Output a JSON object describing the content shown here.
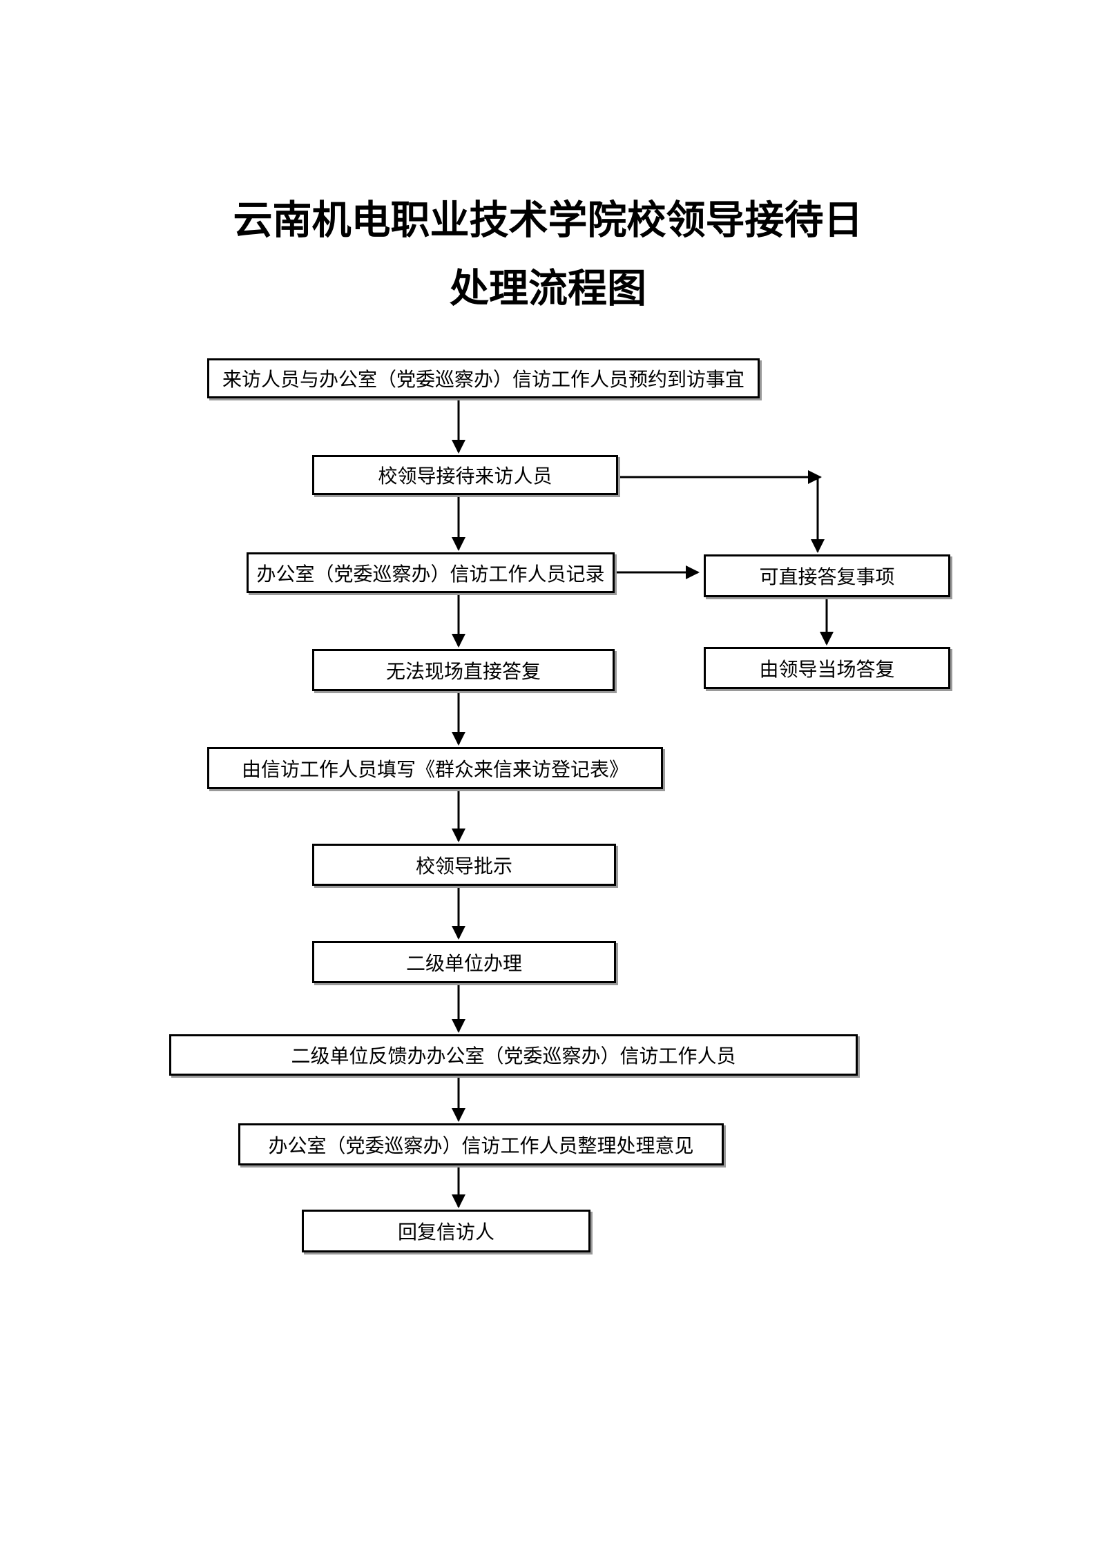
{
  "colors": {
    "bg": "#ffffff",
    "ink": "#000000",
    "shadow": "#9a9a9a"
  },
  "title": {
    "line1": "云南机电职业技术学院校领导接待日",
    "line2": "处理流程图"
  },
  "flow": {
    "nodes": [
      {
        "label": "来访人员与办公室（党委巡察办）信访工作人员预约到访事宜"
      },
      {
        "label": "校领导接待来访人员"
      },
      {
        "label": "办公室（党委巡察办）信访工作人员记录"
      },
      {
        "label": "无法现场直接答复"
      },
      {
        "label": "由信访工作人员填写《群众来信来访登记表》"
      },
      {
        "label": "校领导批示"
      },
      {
        "label": "二级单位办理"
      },
      {
        "label": "二级单位反馈办办公室（党委巡察办）信访工作人员"
      },
      {
        "label": "办公室（党委巡察办）信访工作人员整理处理意见"
      },
      {
        "label": "回复信访人"
      },
      {
        "label": "可直接答复事项"
      },
      {
        "label": "由领导当场答复"
      }
    ]
  }
}
